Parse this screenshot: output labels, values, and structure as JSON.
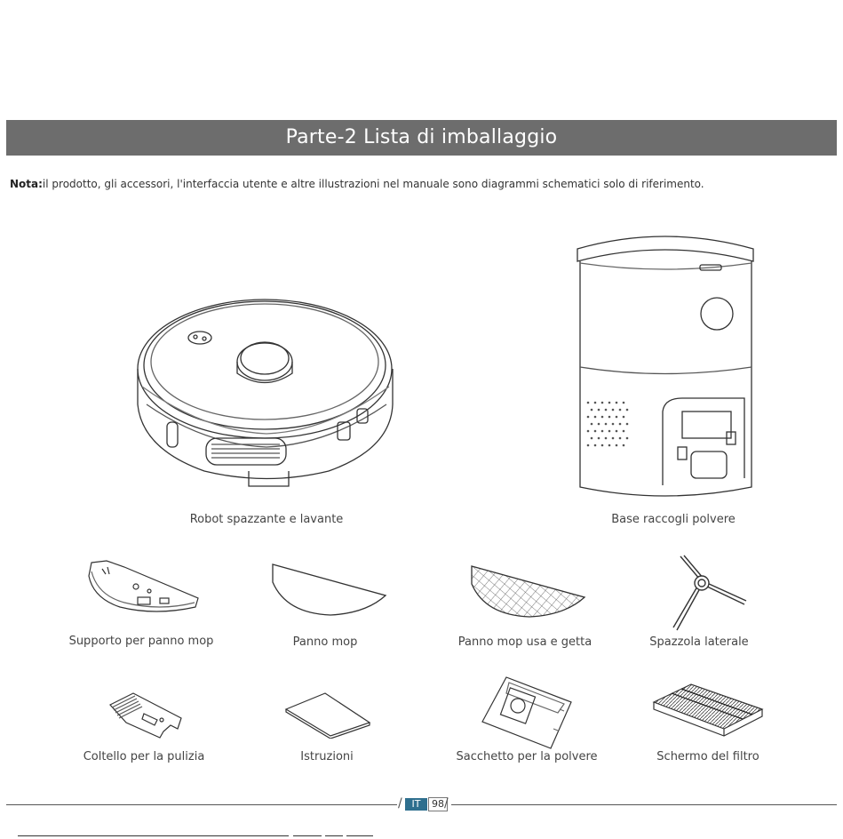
{
  "title": "Parte-2 Lista di imballaggio",
  "note": {
    "label": "Nota:",
    "text": "il prodotto, gli accessori, l'interfaccia utente e altre illustrazioni nel manuale sono diagrammi schematici solo di riferimento."
  },
  "items": [
    {
      "caption": "Robot spazzante e lavante",
      "icon": "robot-vacuum-icon"
    },
    {
      "caption": "Base raccogli polvere",
      "icon": "dust-base-icon"
    },
    {
      "caption": "Supporto per panno mop",
      "icon": "mop-holder-icon"
    },
    {
      "caption": "Panno mop",
      "icon": "mop-cloth-icon"
    },
    {
      "caption": "Panno mop usa e getta",
      "icon": "disposable-mop-icon"
    },
    {
      "caption": "Spazzola laterale",
      "icon": "side-brush-icon"
    },
    {
      "caption": "Coltello per la pulizia",
      "icon": "cleaning-tool-icon"
    },
    {
      "caption": "Istruzioni",
      "icon": "manual-icon"
    },
    {
      "caption": "Sacchetto per la polvere",
      "icon": "dust-bag-icon"
    },
    {
      "caption": "Schermo del filtro",
      "icon": "filter-icon"
    }
  ],
  "footer": {
    "lang": "IT",
    "page": "98"
  },
  "colors": {
    "title_bar": "#6d6d6d",
    "badge": "#2e6f8e"
  }
}
